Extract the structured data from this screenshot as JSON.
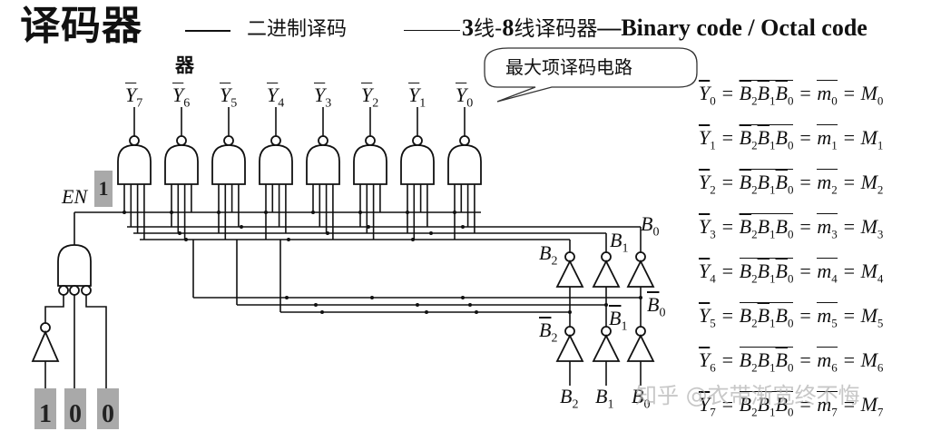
{
  "title": {
    "main": "译码器",
    "subtitle": "二进制译码",
    "subtitle_wrap": "器",
    "right_prefix_num1": "3",
    "right_prefix_cn1": "线-",
    "right_prefix_num2": "8",
    "right_prefix_cn2": "线译码器",
    "right_english": "—Binary code / Octal code"
  },
  "callout": {
    "text": "最大项译码电路"
  },
  "outputs": {
    "labels": [
      "Y7",
      "Y6",
      "Y5",
      "Y4",
      "Y3",
      "Y2",
      "Y1",
      "Y0"
    ],
    "letter": "Y",
    "subs": [
      "7",
      "6",
      "5",
      "4",
      "3",
      "2",
      "1",
      "0"
    ],
    "active_low": true
  },
  "enable": {
    "label": "EN",
    "value": "1"
  },
  "inputs": {
    "values": [
      "1",
      "0",
      "0"
    ],
    "labels": {
      "B": "B",
      "sub2": "2",
      "sub1": "1",
      "sub0": "0"
    }
  },
  "equations": [
    {
      "y": "0",
      "b2_bar": true,
      "b1_bar": true,
      "b0_bar": true,
      "m": "0",
      "M": "0"
    },
    {
      "y": "1",
      "b2_bar": true,
      "b1_bar": true,
      "b0_bar": false,
      "m": "1",
      "M": "1"
    },
    {
      "y": "2",
      "b2_bar": true,
      "b1_bar": false,
      "b0_bar": true,
      "m": "2",
      "M": "2"
    },
    {
      "y": "3",
      "b2_bar": true,
      "b1_bar": false,
      "b0_bar": false,
      "m": "3",
      "M": "3"
    },
    {
      "y": "4",
      "b2_bar": false,
      "b1_bar": true,
      "b0_bar": true,
      "m": "4",
      "M": "4"
    },
    {
      "y": "5",
      "b2_bar": false,
      "b1_bar": true,
      "b0_bar": false,
      "m": "5",
      "M": "5"
    },
    {
      "y": "6",
      "b2_bar": false,
      "b1_bar": false,
      "b0_bar": true,
      "m": "6",
      "M": "6"
    },
    {
      "y": "7",
      "b2_bar": false,
      "b1_bar": false,
      "b0_bar": false,
      "m": "7",
      "M": "7"
    }
  ],
  "eq_symbols": {
    "Y": "Y",
    "B": "B",
    "m": "m",
    "M": "M",
    "eq": "="
  },
  "watermark": {
    "text": "知乎 @衣带渐宽终不悔"
  }
}
